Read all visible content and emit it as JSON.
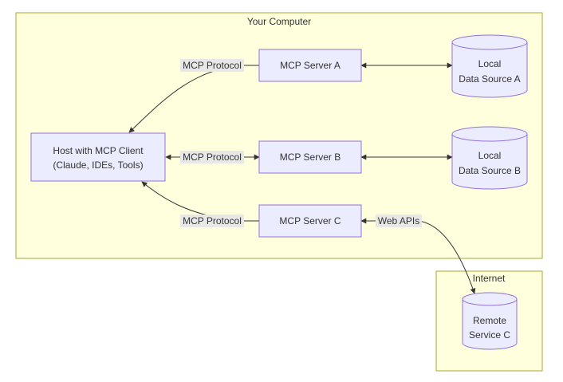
{
  "groups": {
    "computer": {
      "title": "Your Computer"
    },
    "internet": {
      "title": "Internet"
    }
  },
  "nodes": {
    "host": {
      "line1": "Host with MCP Client",
      "line2": "(Claude, IDEs, Tools)"
    },
    "server_a": {
      "label": "MCP Server A"
    },
    "server_b": {
      "label": "MCP Server B"
    },
    "server_c": {
      "label": "MCP Server C"
    },
    "data_a": {
      "line1": "Local",
      "line2": "Data Source A"
    },
    "data_b": {
      "line1": "Local",
      "line2": "Data Source B"
    },
    "remote_c": {
      "line1": "Remote",
      "line2": "Service C"
    }
  },
  "edges": {
    "host_a": {
      "label": "MCP Protocol"
    },
    "host_b": {
      "label": "MCP Protocol"
    },
    "host_c": {
      "label": "MCP Protocol"
    },
    "c_remote": {
      "label": "Web APIs"
    }
  },
  "colors": {
    "group_fill": "#ffffde",
    "group_stroke": "#aaaa33",
    "node_fill": "#ececff",
    "node_stroke": "#9370db",
    "edge": "#333333",
    "edge_label_bg": "#e8e8e8"
  }
}
